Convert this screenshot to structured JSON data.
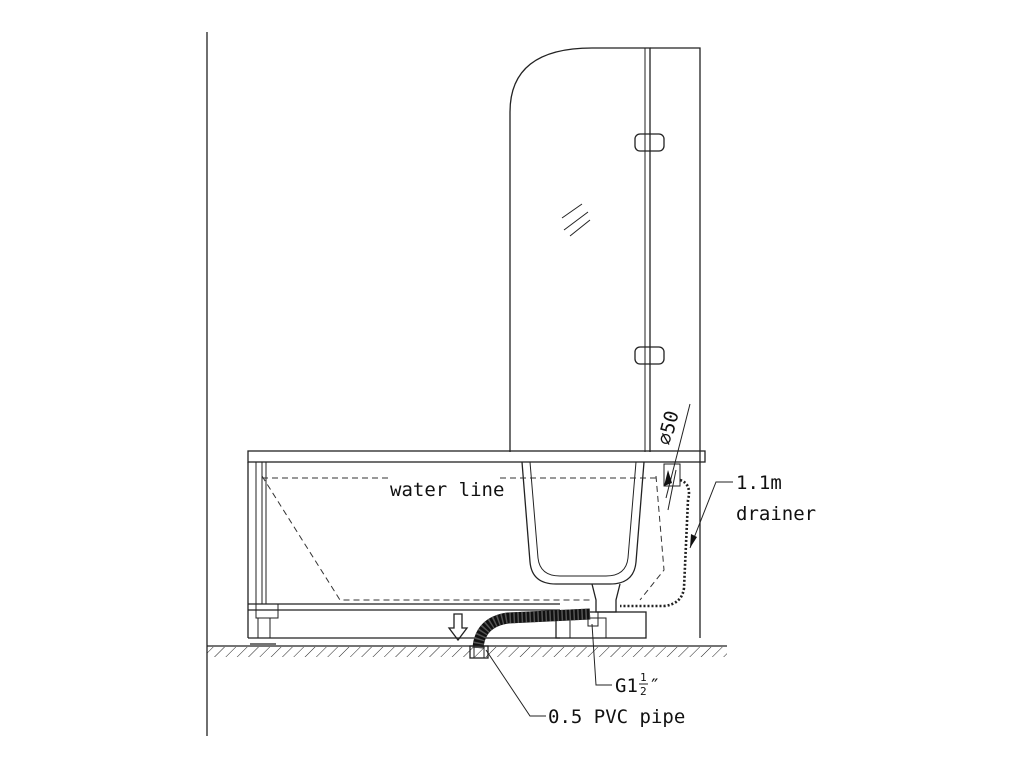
{
  "labels": {
    "water_line": "water line",
    "drainer_length": "1.1m",
    "drainer": "drainer",
    "thread_prefix": "G1",
    "thread_num": "1",
    "thread_den": "2",
    "thread_suffix": "″",
    "pipe": "0.5 PVC pipe",
    "diameter": "⌀50"
  },
  "colors": {
    "line": "#222222",
    "background": "#ffffff"
  }
}
